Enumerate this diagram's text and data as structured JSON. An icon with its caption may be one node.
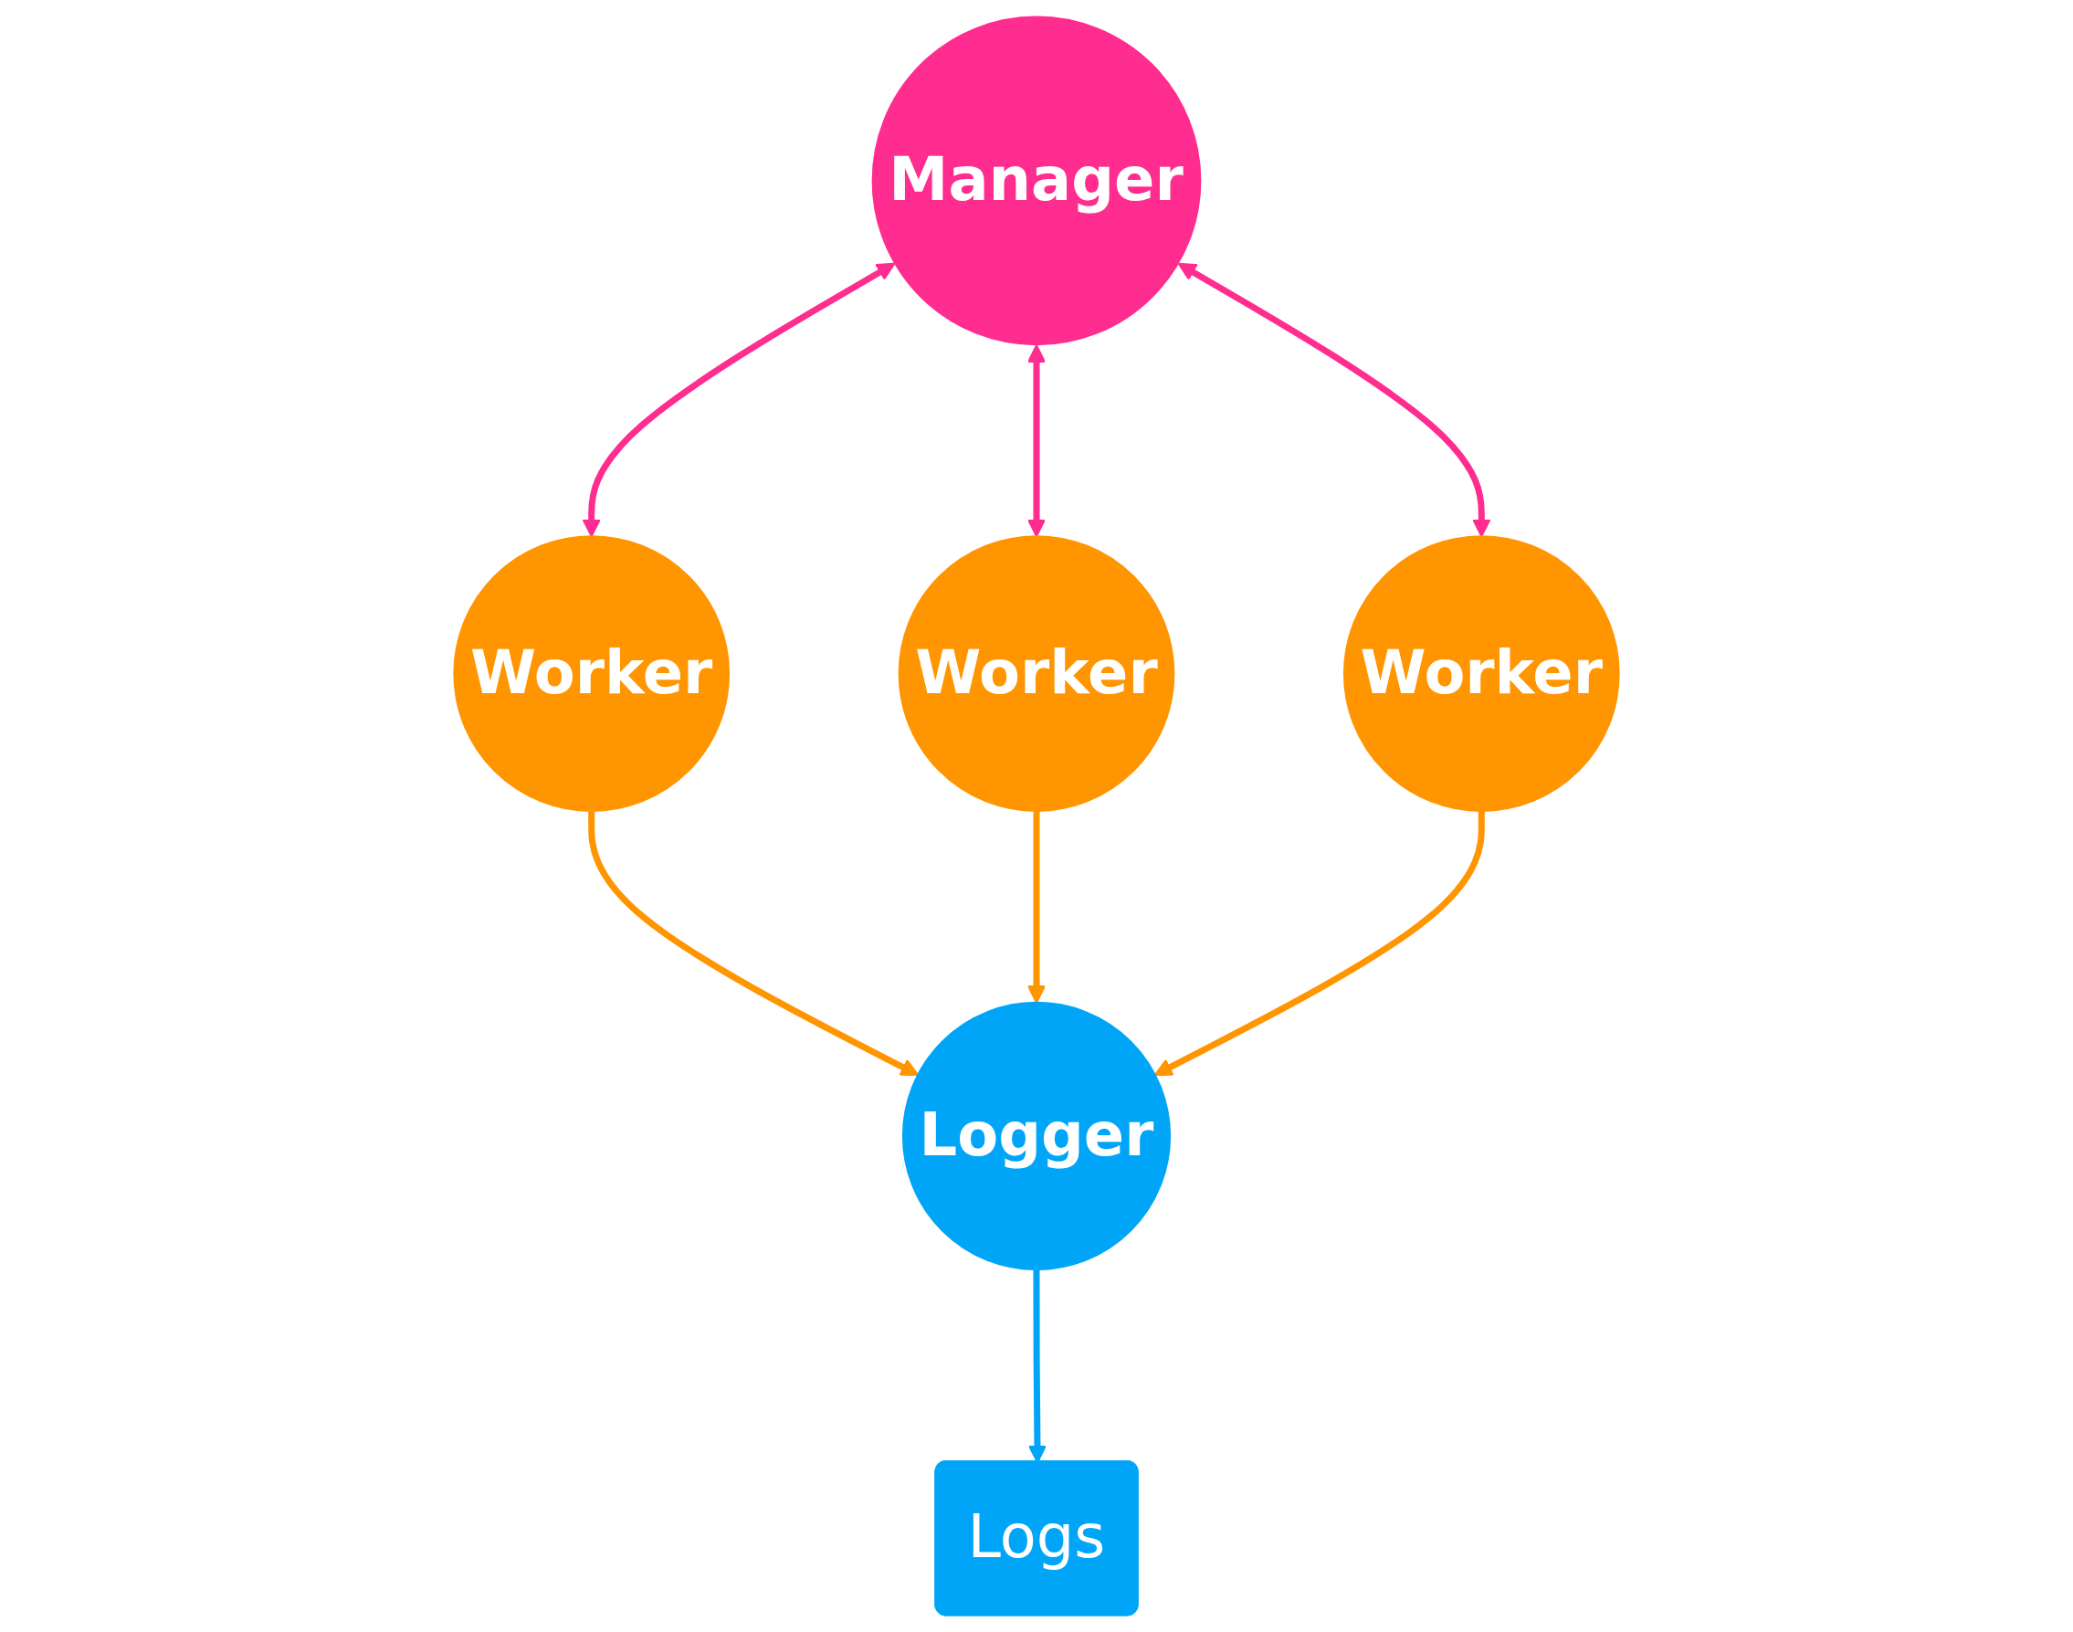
{
  "diagram": {
    "nodes": [
      {
        "text": [
          "Worker"
        ]
      },
      {
        "text": [
          "Worker"
        ]
      },
      {
        "text": [
          "Worker"
        ]
      },
      {
        "text": [
          "Logger"
        ]
      },
      {
        "text": [
          "Manager"
        ]
      },
      {
        "text": [
          "Logs"
        ]
      }
    ],
    "edges": [
      {
        "from": 0,
        "to": 3,
        "arrow": "to",
        "color": "#ff9500"
      },
      {
        "from": 1,
        "to": 3,
        "arrow": "to",
        "color": "#ff9500"
      },
      {
        "from": 2,
        "to": 3,
        "arrow": "to",
        "color": "#ff9500"
      },
      {
        "from": 4,
        "to": 0,
        "arrow": "both",
        "color": "#ff2d8f"
      },
      {
        "from": 4,
        "to": 1,
        "arrow": "both",
        "color": "#ff2d8f"
      },
      {
        "from": 4,
        "to": 2,
        "arrow": "both",
        "color": "#ff2d8f"
      },
      {
        "from": 3,
        "to": 5,
        "arrow": "to",
        "color": "#00a5f7"
      }
    ]
  }
}
